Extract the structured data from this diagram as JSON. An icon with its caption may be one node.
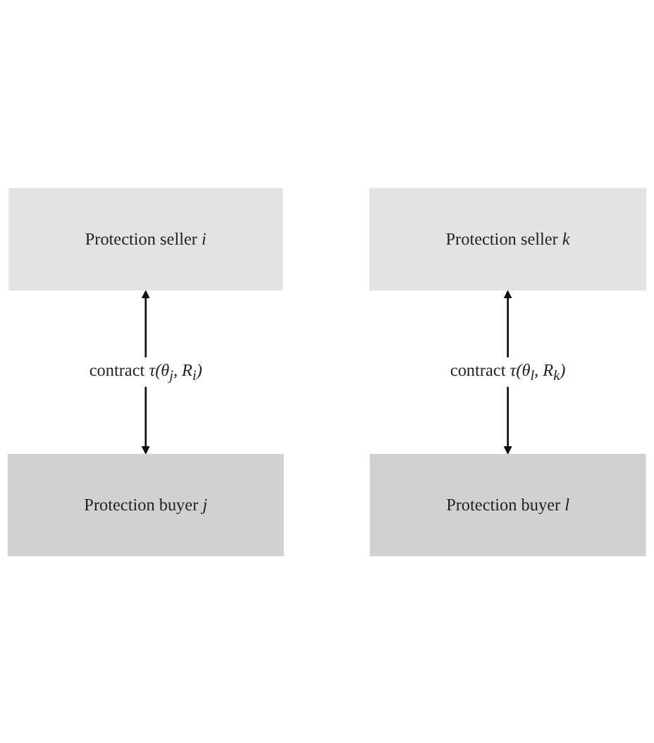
{
  "diagram": {
    "nodes": [
      {
        "text": [
          "Protection seller *i*"
        ]
      },
      {
        "text": [
          "Protection seller *k*"
        ]
      },
      {
        "text": [
          "Protection buyer *j*"
        ]
      },
      {
        "text": [
          "Protection buyer *l*"
        ]
      }
    ],
    "edges": [
      {
        "from": 0,
        "to": 2,
        "arrow": "both",
        "label": "contract *τ(θ$_{j}$, R$_{i}$)*"
      },
      {
        "from": 1,
        "to": 3,
        "arrow": "both",
        "label": "contract *τ(θ$_{l}$, R$_{k}$)*"
      }
    ]
  }
}
